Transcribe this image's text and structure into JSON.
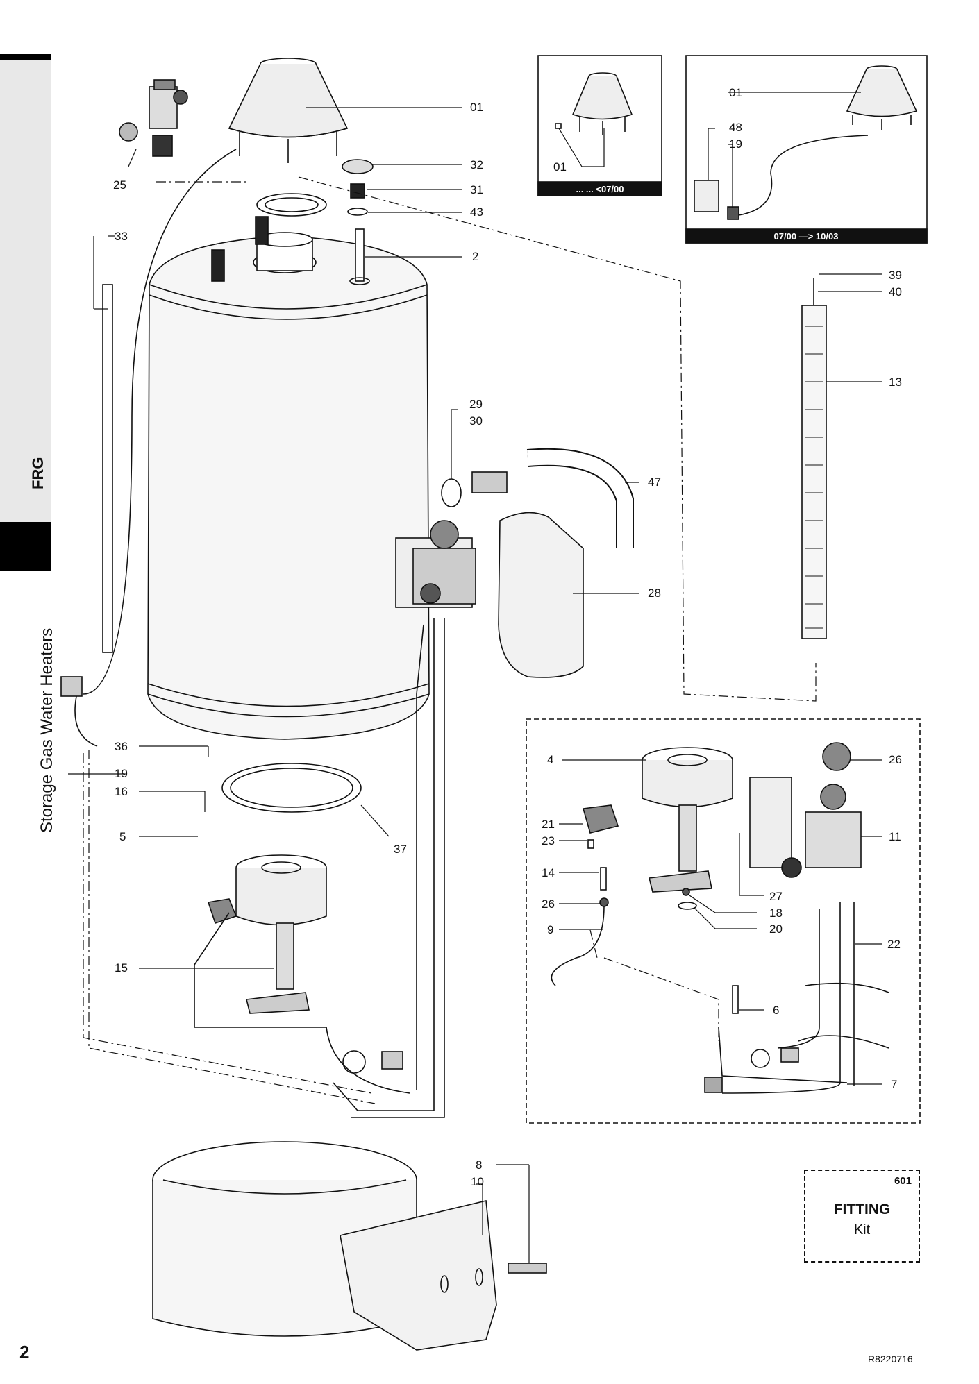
{
  "sidebar": {
    "section": "FRG",
    "title": "Storage Gas Water Heaters"
  },
  "footer": {
    "page_number": "2",
    "reference": "R8220716"
  },
  "kit": {
    "code": "601",
    "title": "FITTING",
    "subtitle": "Kit"
  },
  "insets": {
    "left_caption": "... ... <07/00",
    "right_caption": "07/00 —> 10/03"
  },
  "labels": {
    "p01a": "01",
    "p32": "32",
    "p31": "31",
    "p43": "43",
    "p2": "2",
    "p25": "25",
    "p33": "33",
    "p29": "29",
    "p30": "30",
    "p47": "47",
    "p28": "28",
    "p36": "36",
    "p19a": "19",
    "p16": "16",
    "p5": "5",
    "p37": "37",
    "p15": "15",
    "p8": "8",
    "p10": "10",
    "p01b": "01",
    "p01c": "01",
    "p48": "48",
    "p19b": "19",
    "p39": "39",
    "p40": "40",
    "p13": "13",
    "p4": "4",
    "p26a": "26",
    "p21": "21",
    "p23": "23",
    "p14": "14",
    "p26b": "26",
    "p9": "9",
    "p11": "11",
    "p27": "27",
    "p18": "18",
    "p20": "20",
    "p22": "22",
    "p6": "6",
    "p7": "7"
  }
}
